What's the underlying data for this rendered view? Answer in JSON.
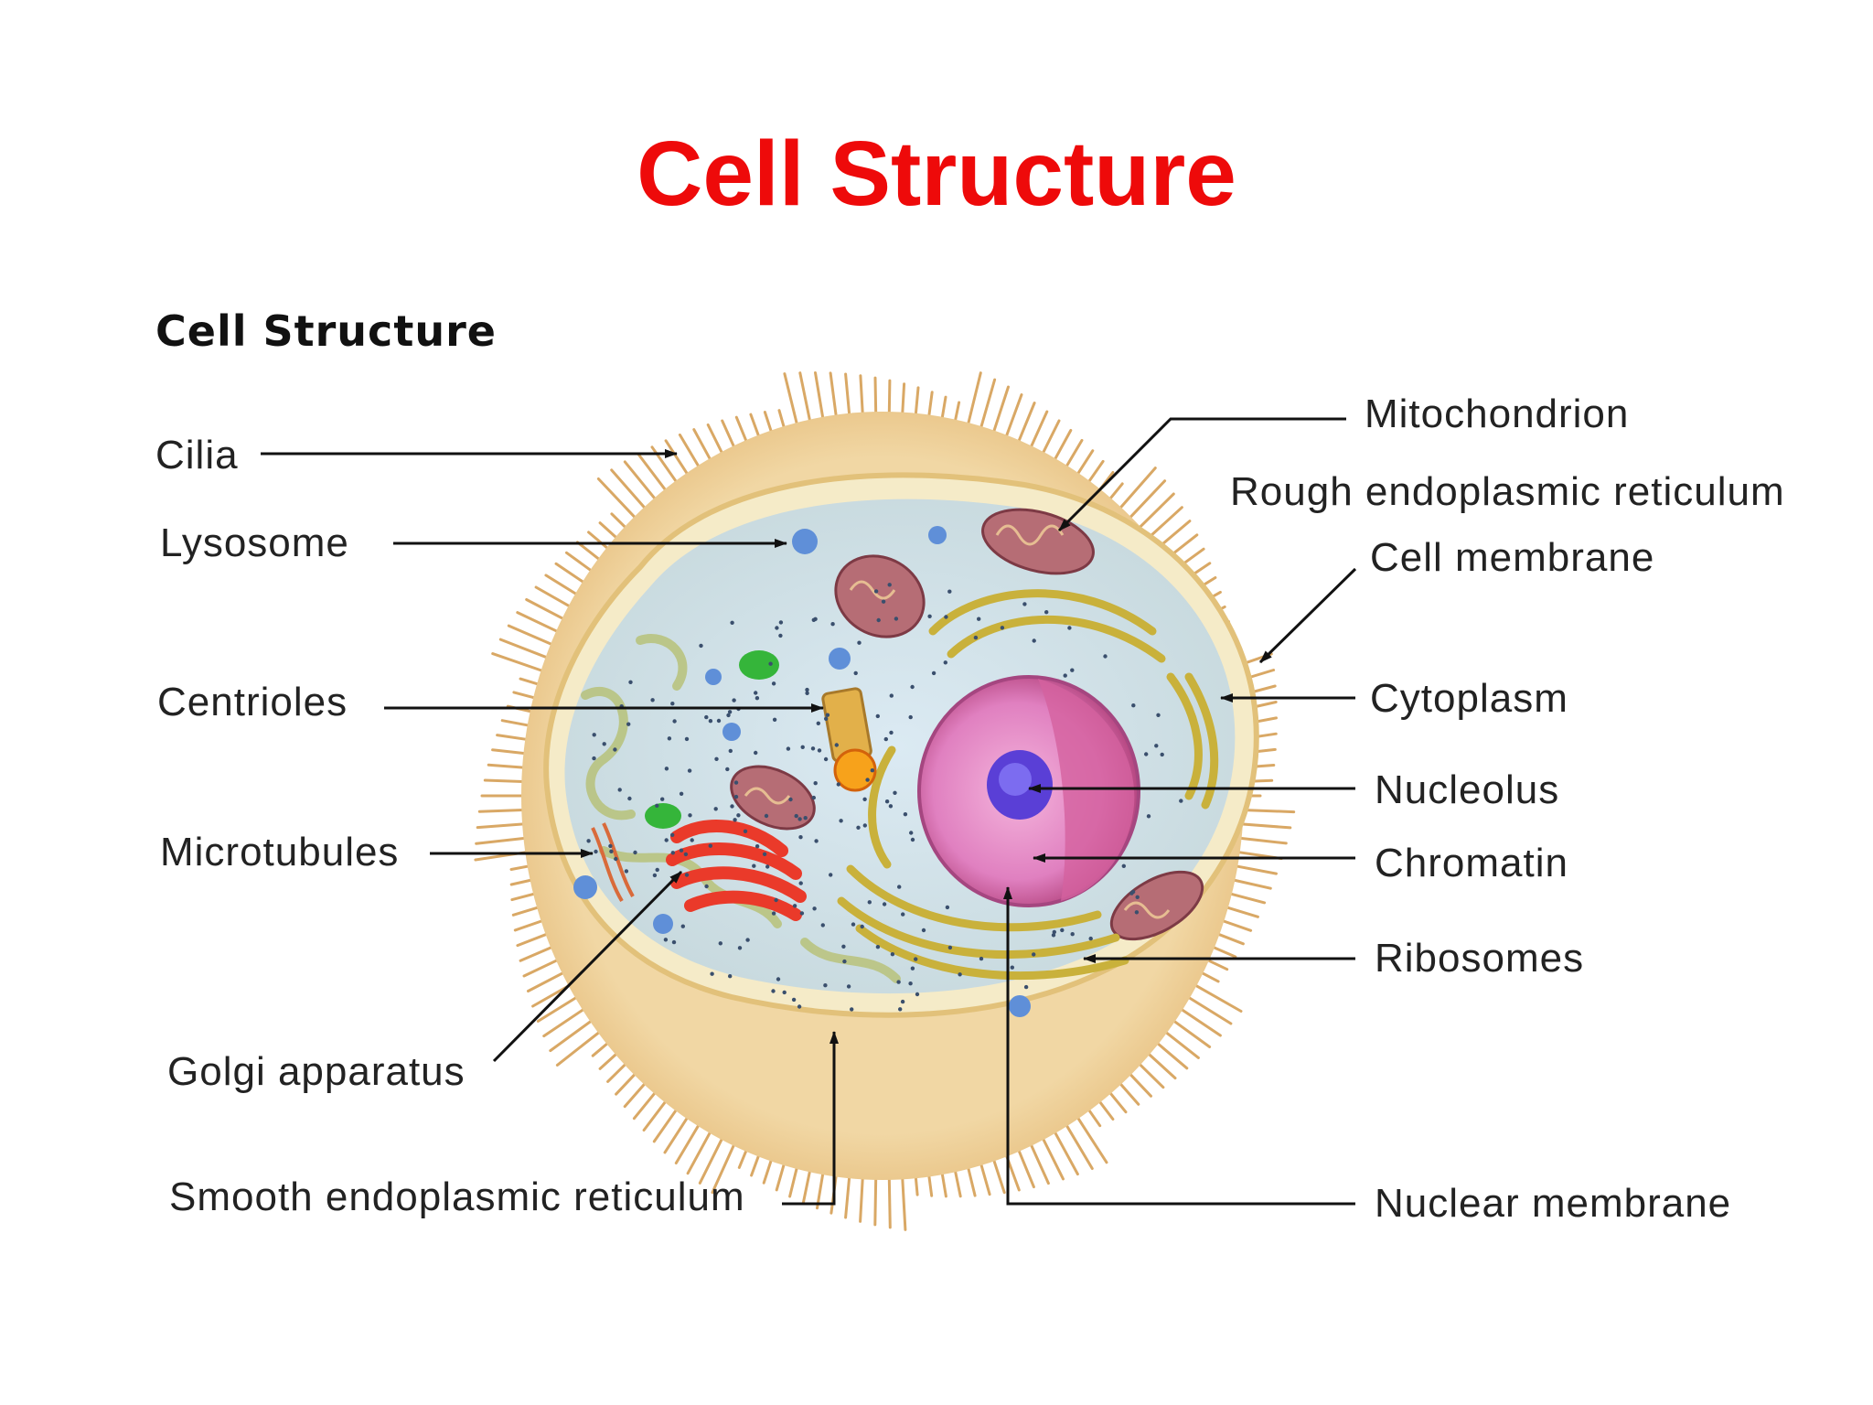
{
  "slide": {
    "title": "Cell Structure",
    "title_color": "#ee0a0a"
  },
  "figure": {
    "title": "Cell Structure",
    "labels": {
      "cilia": "Cilia",
      "lysosome": "Lysosome",
      "centrioles": "Centrioles",
      "microtubules": "Microtubules",
      "golgi": "Golgi apparatus",
      "smooth_er": "Smooth endoplasmic reticulum",
      "mitochondrion": "Mitochondrion",
      "rough_er": "Rough endoplasmic reticulum",
      "cell_membrane": "Cell membrane",
      "cytoplasm": "Cytoplasm",
      "nucleolus": "Nucleolus",
      "chromatin": "Chromatin",
      "ribosomes": "Ribosomes",
      "nuclear_membrane": "Nuclear membrane"
    }
  }
}
